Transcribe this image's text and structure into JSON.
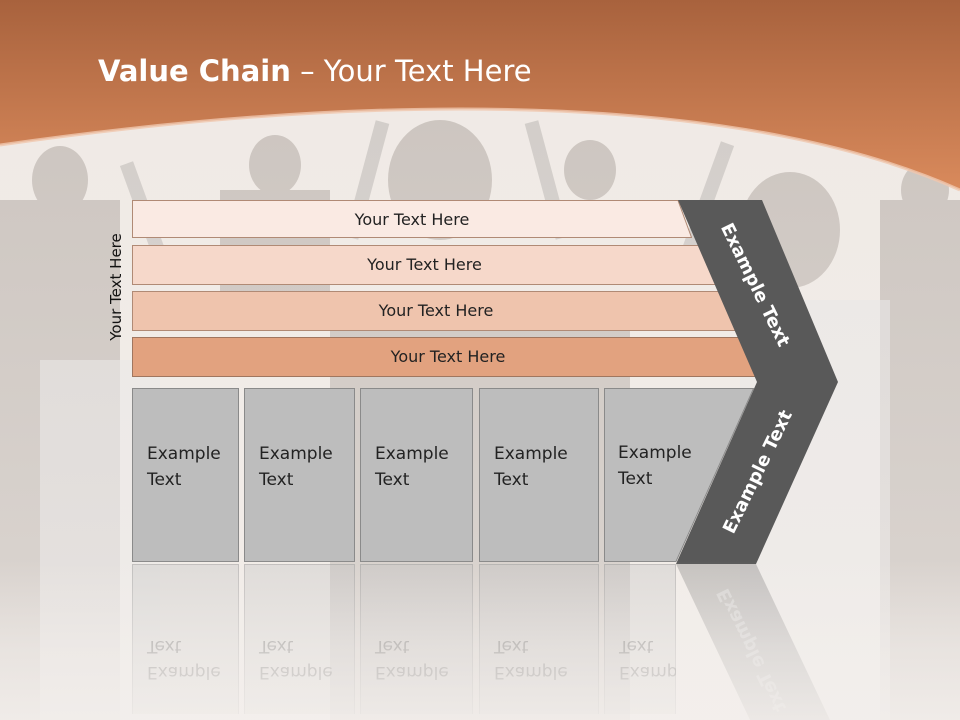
{
  "title": {
    "bold": "Value Chain",
    "rest": " – Your Text Here"
  },
  "side_label": "Your Text Here",
  "rows": [
    {
      "label": "Your Text Here"
    },
    {
      "label": "Your Text Here"
    },
    {
      "label": "Your Text Here"
    },
    {
      "label": "Your Text Here"
    }
  ],
  "columns": [
    {
      "line1": "Example",
      "line2": "Text"
    },
    {
      "line1": "Example",
      "line2": "Text"
    },
    {
      "line1": "Example",
      "line2": "Text"
    },
    {
      "line1": "Example",
      "line2": "Text"
    },
    {
      "line1": "Example",
      "line2": "Text"
    }
  ],
  "arrow": {
    "upper": "Example Text",
    "lower": "Example Text"
  },
  "colors": {
    "header": "#cc7a4e",
    "row1": "#faeae3",
    "row2": "#f6d8ca",
    "row3": "#efc4ad",
    "row4": "#e2a27f",
    "arrow": "#595959",
    "column": "#bdbdbd"
  }
}
